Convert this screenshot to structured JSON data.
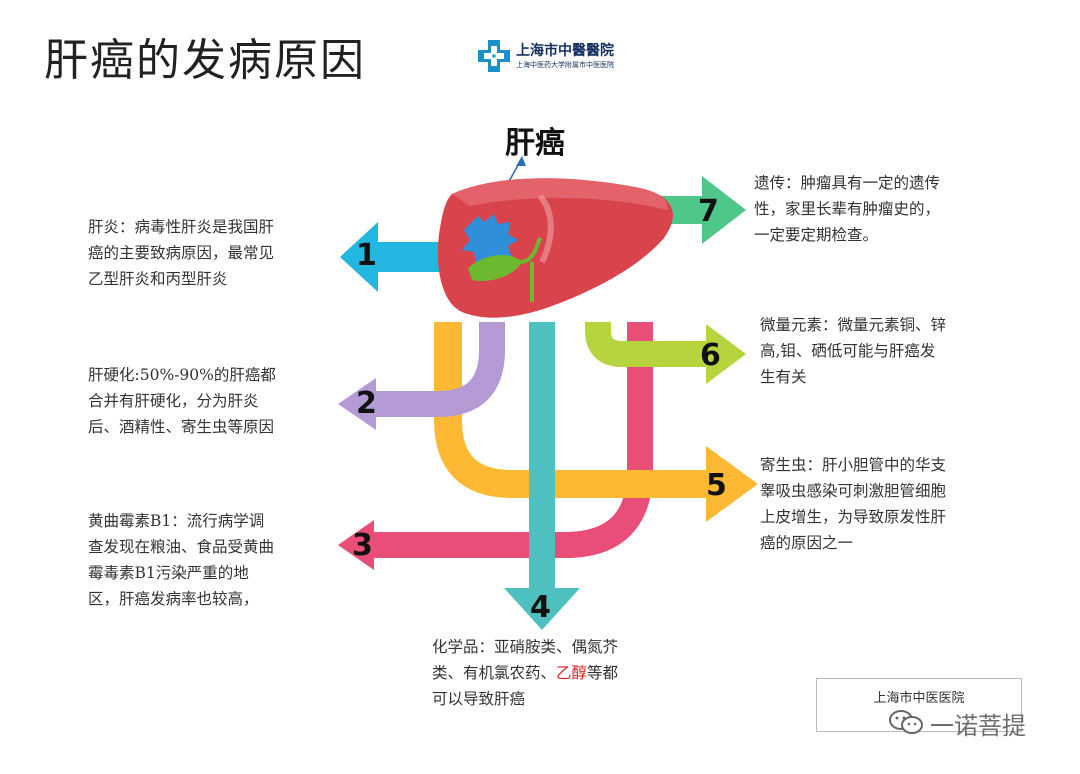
{
  "header": {
    "title": "肝癌的发病原因",
    "logo_main": "上海市中醫醫院",
    "logo_sub": "上海中医药大学附属市中医医院"
  },
  "center": {
    "label": "肝癌"
  },
  "causes": [
    {
      "num": "1",
      "color": "#22b6e0",
      "text_lines": [
        "肝炎：病毒性肝炎是我国肝",
        "癌的主要致病原因，最常见",
        "乙型肝炎和丙型肝炎"
      ]
    },
    {
      "num": "2",
      "color": "#b49bd6",
      "text_lines": [
        "肝硬化:50%-90%的肝癌都",
        "合并有肝硬化，分为肝炎",
        "后、酒精性、寄生虫等原因"
      ]
    },
    {
      "num": "3",
      "color": "#e84e78",
      "text_lines": [
        "黄曲霉素B1：流行病学调",
        "查发现在粮油、食品受黄曲",
        "霉毒素B1污染严重的地",
        "区，肝癌发病率也较高，"
      ]
    },
    {
      "num": "4",
      "color": "#4fc0c0",
      "text_lines": [
        "化学品：亚硝胺类、偶氮芥",
        "类、有机氯农药、",
        "可以导致肝癌"
      ],
      "highlight": "乙醇",
      "after_highlight": "等都"
    },
    {
      "num": "5",
      "color": "#fdb933",
      "text_lines": [
        "寄生虫：肝小胆管中的华支",
        "睾吸虫感染可刺激胆管细胞",
        "上皮增生，为导致原发性肝",
        "癌的原因之一"
      ]
    },
    {
      "num": "6",
      "color": "#b5d43e",
      "text_lines": [
        "微量元素：微量元素铜、锌",
        "高,钼、硒低可能与肝癌发",
        "生有关"
      ]
    },
    {
      "num": "7",
      "color": "#4fc78a",
      "text_lines": [
        "遗传：肿瘤具有一定的遗传",
        "性，家里长辈有肿瘤史的，",
        "一定要定期检查。"
      ]
    }
  ],
  "footer": {
    "stamp": "上海市中医医院",
    "watermark": "一诺菩提"
  }
}
